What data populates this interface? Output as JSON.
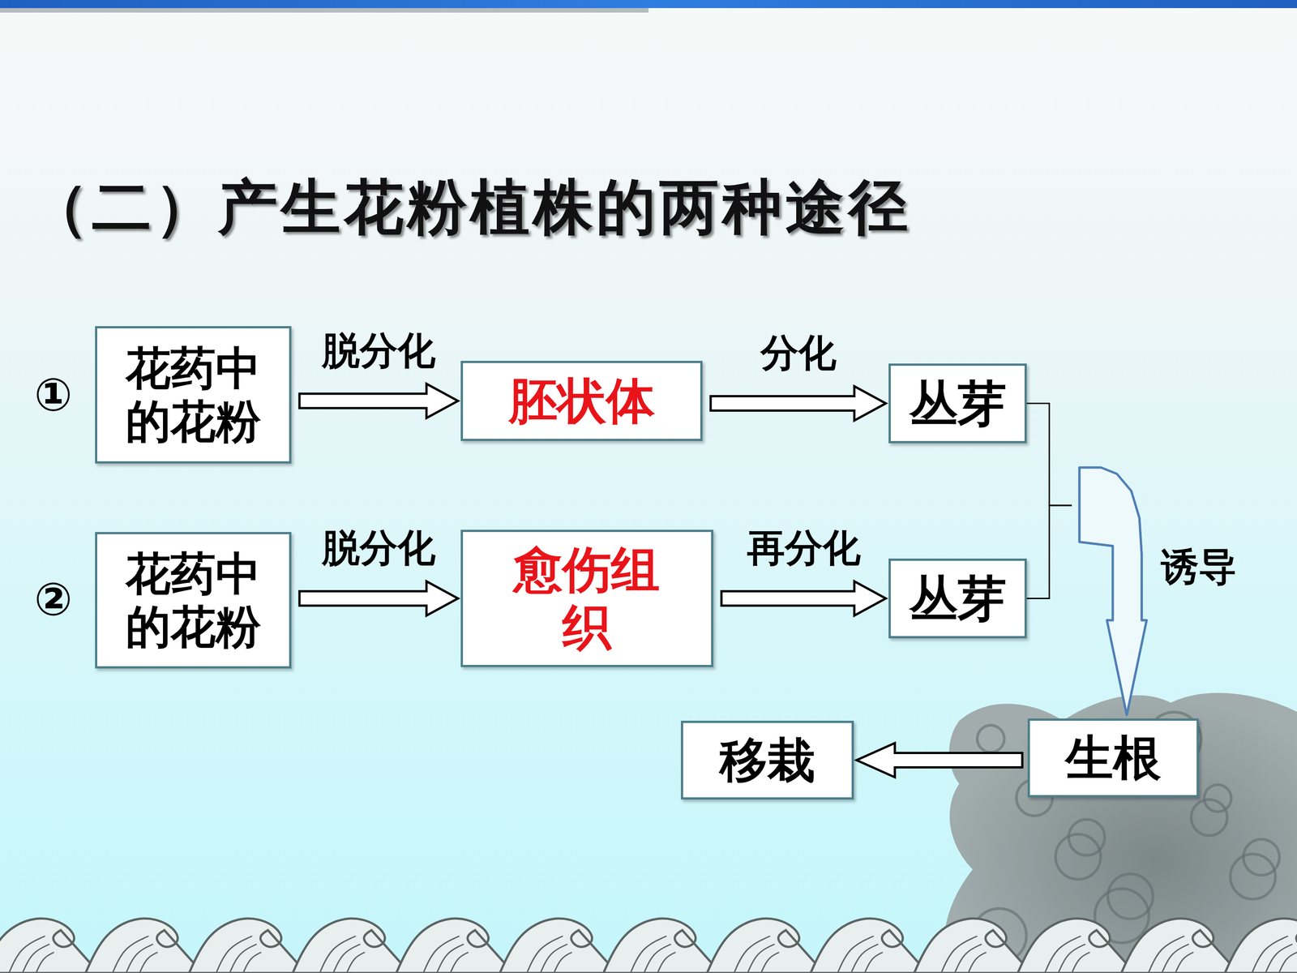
{
  "diagram": {
    "title": "（二）产生花粉植株的两种途径",
    "nodes": [
      {
        "text": [
          "花药中 的花粉"
        ]
      },
      {
        "text": [
          "胚状体"
        ]
      },
      {
        "text": [
          "丛芽"
        ]
      },
      {
        "text": [
          "花药中 的花粉"
        ]
      },
      {
        "text": [
          "愈伤组织"
        ]
      },
      {
        "text": [
          "丛芽"
        ]
      },
      {
        "text": [
          "生根"
        ]
      },
      {
        "text": [
          "移栽"
        ]
      }
    ],
    "edges": [
      {
        "from": 0,
        "to": 1,
        "label": "脱分化",
        "arrow": "to"
      },
      {
        "from": 1,
        "to": 2,
        "label": "分化",
        "arrow": "to"
      },
      {
        "from": 3,
        "to": 4,
        "label": "脱分化",
        "arrow": "to"
      },
      {
        "from": 4,
        "to": 5,
        "label": "再分化",
        "arrow": "to"
      },
      {
        "from": 2,
        "to": 6,
        "label": "诱导",
        "arrow": "to"
      },
      {
        "from": 5,
        "to": 6,
        "arrow": "to"
      },
      {
        "from": 6,
        "to": 7,
        "arrow": "to"
      }
    ],
    "labels": [
      "①",
      "②"
    ]
  }
}
